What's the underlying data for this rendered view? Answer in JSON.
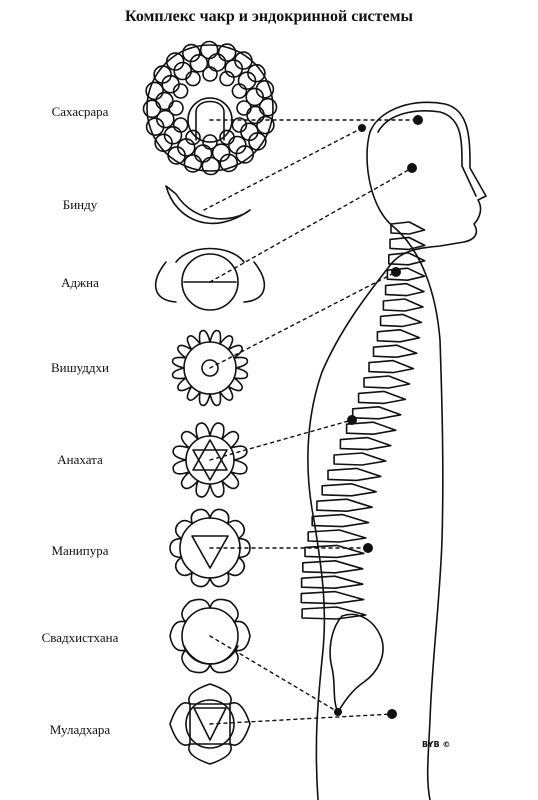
{
  "title": "Комплекс чакр и эндокринной системы",
  "chakras": [
    {
      "label": "Сахасрара"
    },
    {
      "label": "Бинду"
    },
    {
      "label": "Аджна"
    },
    {
      "label": "Вишуддхи"
    },
    {
      "label": "Анахата"
    },
    {
      "label": "Манипура"
    },
    {
      "label": "Свадхистхана"
    },
    {
      "label": "Муладхара"
    }
  ],
  "credit": "BYB ©",
  "colors": {
    "ink": "#111111",
    "background": "#ffffff"
  }
}
